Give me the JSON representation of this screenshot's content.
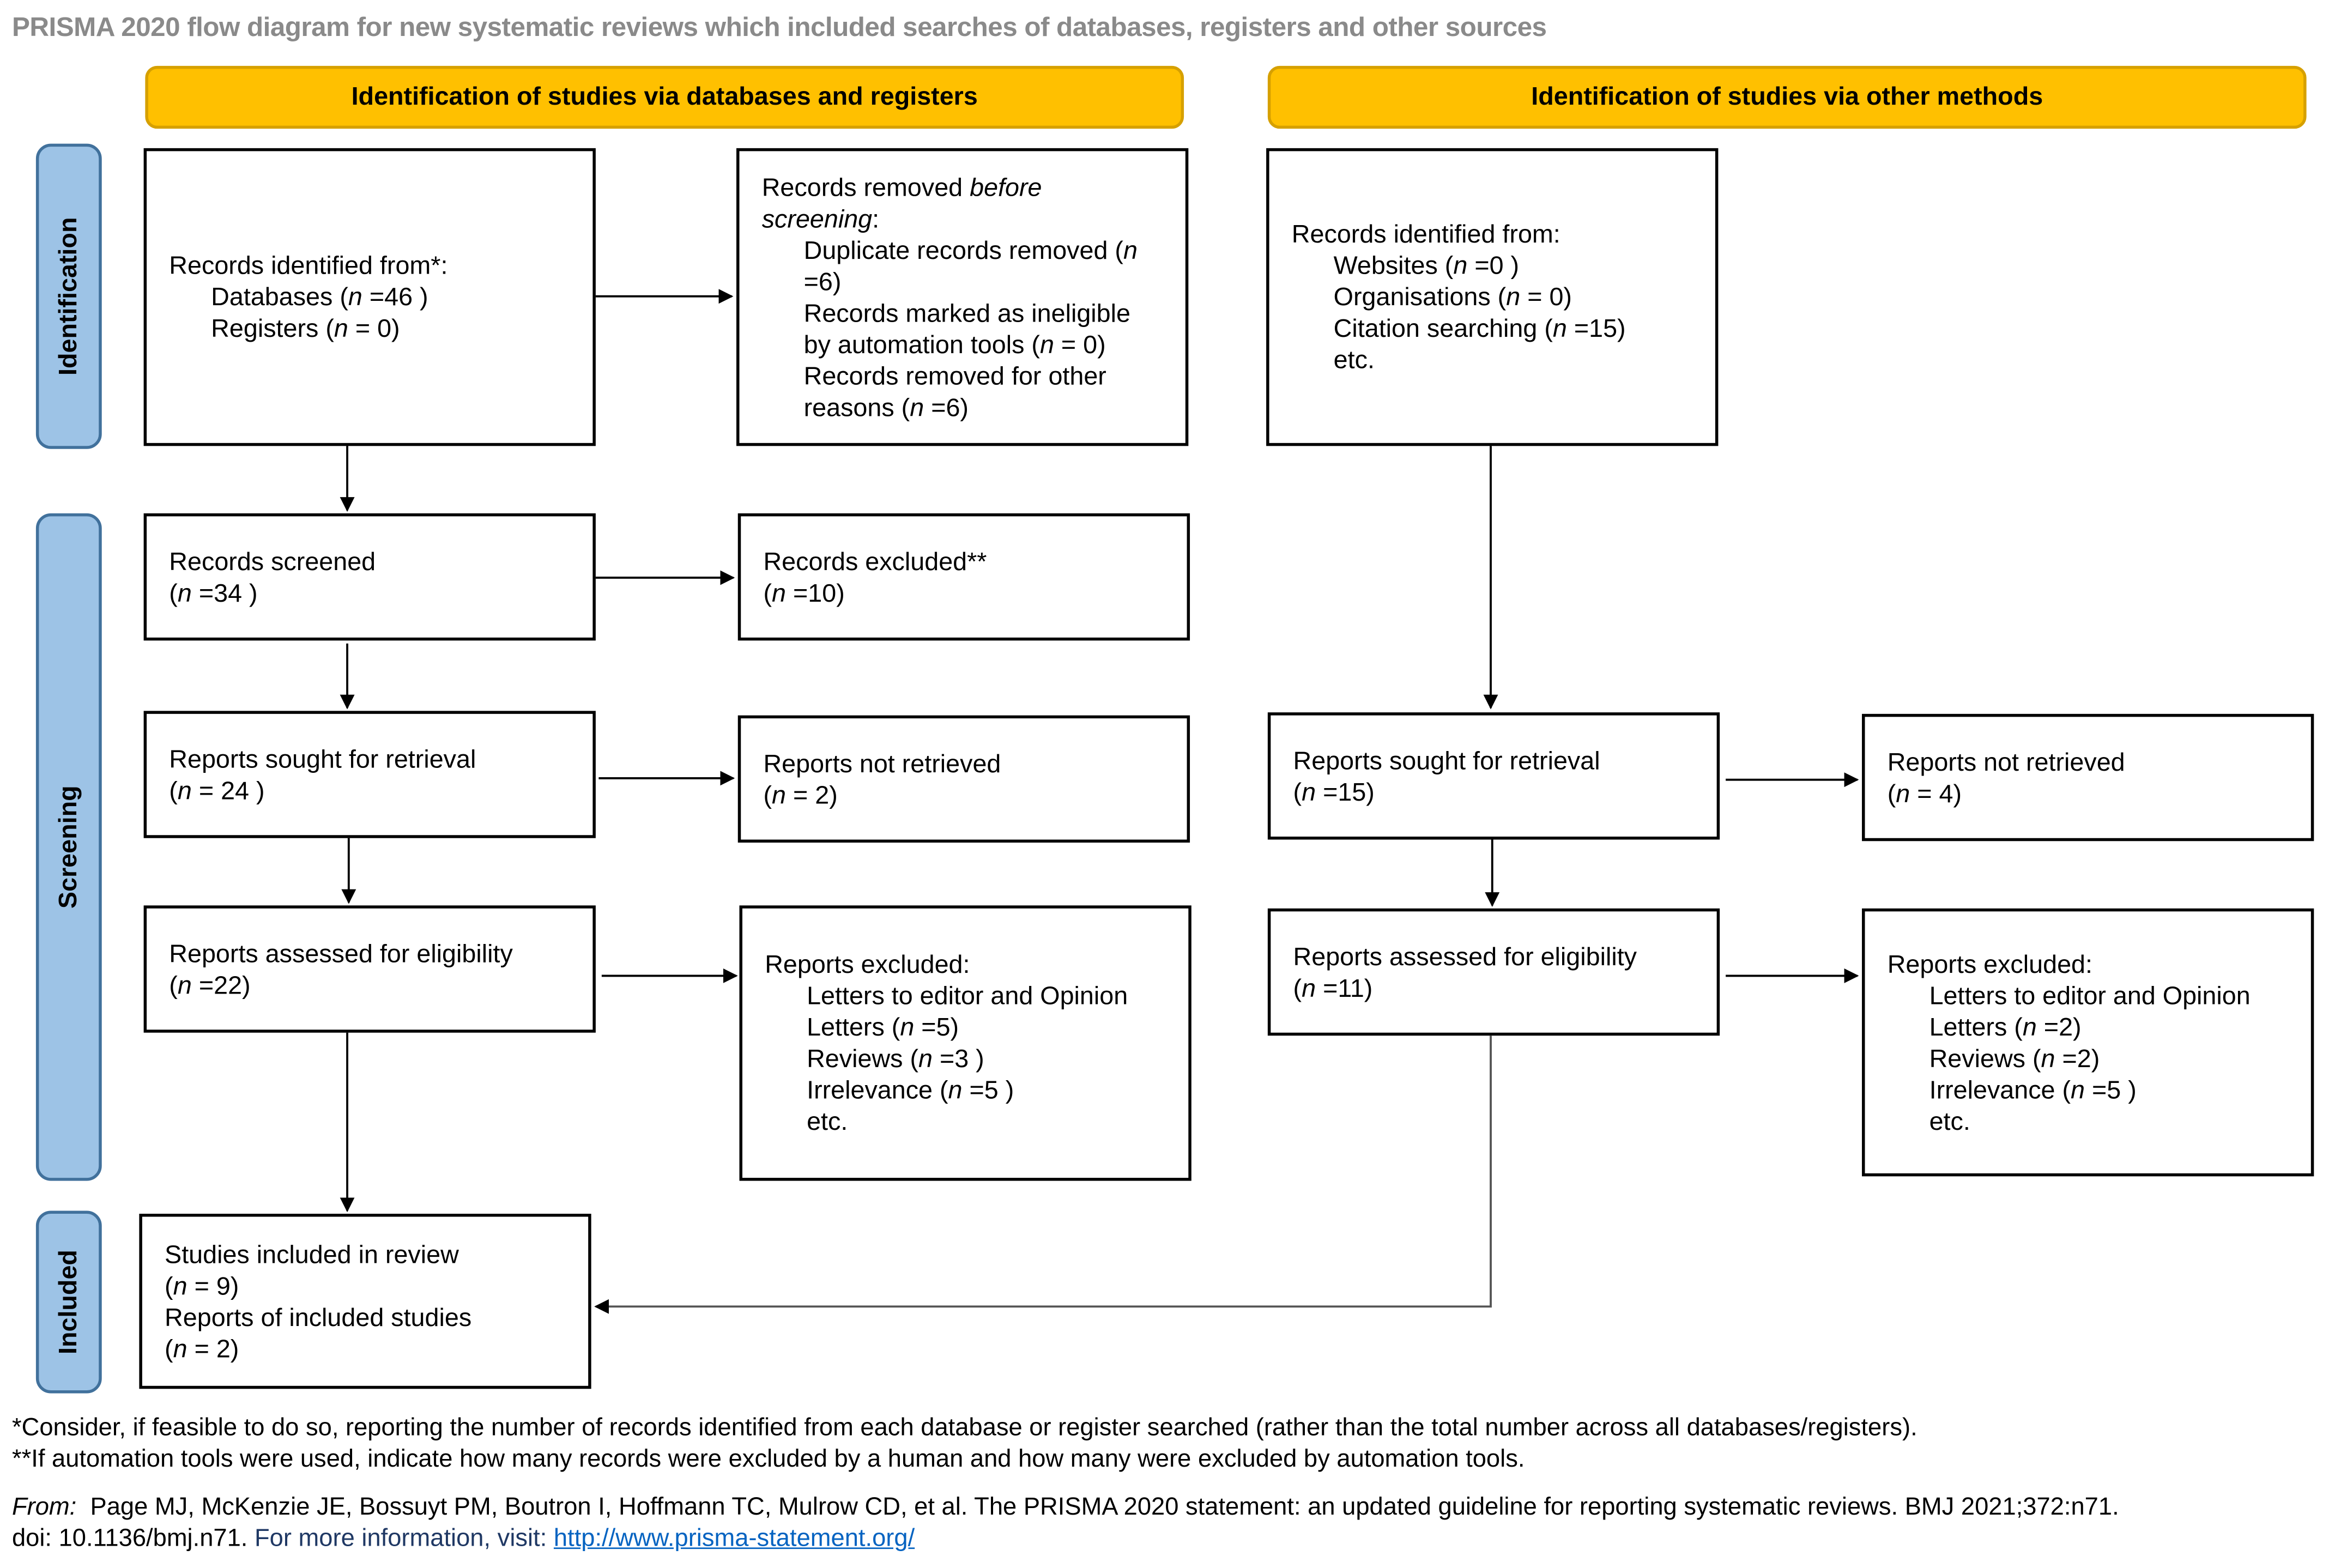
{
  "title": "PRISMA 2020 flow diagram for new systematic reviews which included searches of databases, registers and other sources",
  "banners": {
    "left": "Identification of studies via databases and registers",
    "right": "Identification of studies via other methods"
  },
  "phases": {
    "identification": "Identification",
    "screening": "Screening",
    "included": "Included"
  },
  "db": {
    "identified": {
      "l1": "Records identified from*:",
      "l2a": "Databases (",
      "l2n": "n",
      "l2b": " =46 )",
      "l3a": "Registers (",
      "l3n": "n",
      "l3b": " = 0)"
    },
    "removed": {
      "l1a": "Records removed ",
      "l1i": "before",
      "l2i": "screening",
      "l2b": ":",
      "l3a": "Duplicate records removed (",
      "l3n": "n",
      "l4": "=6)",
      "l5": "Records marked as ineligible",
      "l6a": "by automation tools (",
      "l6n": "n",
      "l6b": " = 0)",
      "l7": "Records removed for other",
      "l8a": "reasons (",
      "l8n": "n",
      "l8b": " =6)"
    },
    "screened": {
      "l1": "Records screened",
      "l2a": "(",
      "l2n": "n",
      "l2b": " =34 )"
    },
    "excluded": {
      "l1": "Records excluded**",
      "l2a": "(",
      "l2n": "n",
      "l2b": " =10)"
    },
    "sought": {
      "l1": "Reports sought for retrieval",
      "l2a": "(",
      "l2n": "n",
      "l2b": " = 24 )"
    },
    "not_retrieved": {
      "l1": "Reports not retrieved",
      "l2a": "(",
      "l2n": "n",
      "l2b": " = 2)"
    },
    "assessed": {
      "l1": "Reports assessed for eligibility",
      "l2a": "(",
      "l2n": "n",
      "l2b": " =22)"
    },
    "reports_excluded": {
      "l1": "Reports excluded:",
      "l2": "Letters to editor and Opinion",
      "l3a": "Letters (",
      "l3n": "n",
      "l3b": " =5)",
      "l4a": "Reviews (",
      "l4n": "n",
      "l4b": " =3 )",
      "l5a": "Irrelevance (",
      "l5n": "n",
      "l5b": " =5 )",
      "l6": "etc."
    }
  },
  "other": {
    "identified": {
      "l1": "Records identified from:",
      "l2a": "Websites (",
      "l2n": "n",
      "l2b": " =0 )",
      "l3a": "Organisations (",
      "l3n": "n",
      "l3b": " = 0)",
      "l4a": "Citation searching (",
      "l4n": "n",
      "l4b": " =15)",
      "l5": "etc."
    },
    "sought": {
      "l1": "Reports sought for retrieval",
      "l2a": "(",
      "l2n": "n",
      "l2b": " =15)"
    },
    "not_retrieved": {
      "l1": "Reports not retrieved",
      "l2a": "(",
      "l2n": "n",
      "l2b": " = 4)"
    },
    "assessed": {
      "l1": "Reports assessed for eligibility",
      "l2a": "(",
      "l2n": "n",
      "l2b": " =11)"
    },
    "reports_excluded": {
      "l1": "Reports excluded:",
      "l2": "Letters to editor and Opinion",
      "l3a": "Letters (",
      "l3n": "n",
      "l3b": " =2)",
      "l4a": "Reviews (",
      "l4n": "n",
      "l4b": " =2)",
      "l5a": "Irrelevance (",
      "l5n": "n",
      "l5b": " =5 )",
      "l6": "etc."
    }
  },
  "included": {
    "l1": "Studies included in review",
    "l2a": "(",
    "l2n": "n",
    "l2b": " = 9)",
    "l3": "Reports of included studies",
    "l4a": "(",
    "l4n": "n",
    "l4b": " = 2)"
  },
  "footnotes": {
    "note1": "*Consider, if feasible to do so, reporting the number of records identified from each database or register searched (rather than the total number across all databases/registers).",
    "note2": "**If automation tools were used, indicate how many records were excluded by a human and how many were excluded by automation tools.",
    "from_label": "From:",
    "citation": "  Page MJ, McKenzie JE, Bossuyt PM, Boutron I, Hoffmann TC, Mulrow CD, et al. The PRISMA 2020 statement: an updated guideline for reporting systematic reviews. BMJ 2021;372:n71.",
    "doi": "doi: 10.1136/bmj.n71.",
    "more_info": " For more information, visit: ",
    "url": "http://www.prisma-statement.org/"
  },
  "colors": {
    "banner": "#ffc000",
    "phase": "#9dc3e6",
    "phase_border": "#41719c",
    "link": "#0563c1"
  }
}
